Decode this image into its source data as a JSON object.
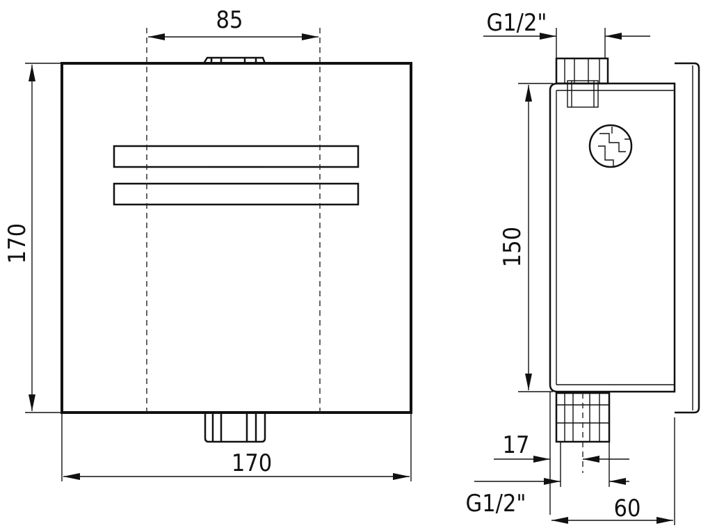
{
  "front_view": {
    "width_label": "170",
    "height_label": "170",
    "spacing_label": "85"
  },
  "side_view": {
    "top_thread_label": "G1/2\"",
    "height_label": "150",
    "offset_label": "17",
    "bottom_thread_label": "G1/2\"",
    "depth_label": "60"
  }
}
